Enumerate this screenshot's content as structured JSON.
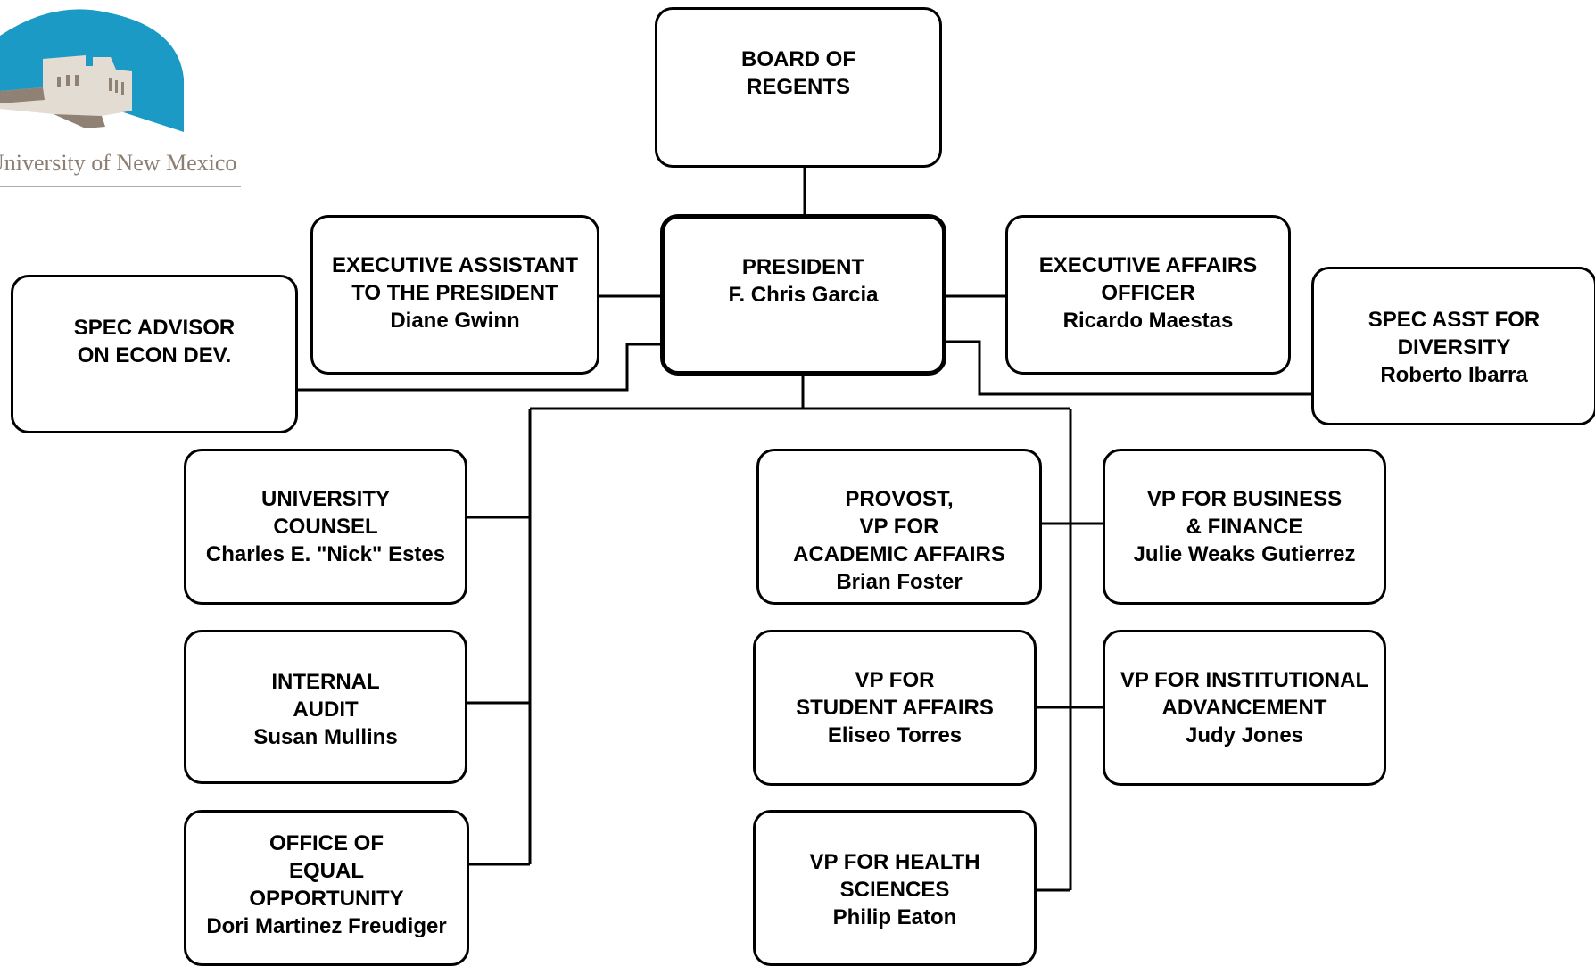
{
  "logo": {
    "text": "University of New Mexico",
    "colors": {
      "sky": "#1a9ac5",
      "building": "#e3dcd3",
      "shadow": "#8f8275"
    }
  },
  "colors": {
    "line": "#000000",
    "box_border": "#000000",
    "background": "#ffffff"
  },
  "nodes": {
    "board": {
      "lines": [
        "BOARD OF",
        "REGENTS"
      ]
    },
    "president": {
      "lines": [
        "PRESIDENT",
        "F. Chris Garcia"
      ]
    },
    "exec_assistant": {
      "lines": [
        "EXECUTIVE ASSISTANT",
        "TO THE PRESIDENT",
        "Diane Gwinn"
      ]
    },
    "exec_affairs": {
      "lines": [
        "EXECUTIVE AFFAIRS",
        "OFFICER",
        "Ricardo Maestas"
      ]
    },
    "spec_advisor": {
      "lines": [
        "SPEC ADVISOR",
        "ON ECON DEV."
      ]
    },
    "spec_asst": {
      "lines": [
        "SPEC ASST FOR",
        "DIVERSITY",
        "Roberto Ibarra"
      ]
    },
    "counsel": {
      "lines": [
        "UNIVERSITY",
        "COUNSEL",
        "Charles E. \"Nick\" Estes"
      ]
    },
    "audit": {
      "lines": [
        "INTERNAL",
        "AUDIT",
        "Susan Mullins"
      ]
    },
    "equal_opp": {
      "lines": [
        "OFFICE OF",
        "EQUAL",
        "OPPORTUNITY",
        "Dori Martinez Freudiger"
      ]
    },
    "provost": {
      "lines": [
        "PROVOST,",
        "VP FOR",
        "ACADEMIC AFFAIRS",
        "Brian Foster"
      ]
    },
    "student": {
      "lines": [
        "VP FOR",
        "STUDENT AFFAIRS",
        "Eliseo Torres"
      ]
    },
    "health": {
      "lines": [
        "VP FOR HEALTH",
        "SCIENCES",
        "Philip Eaton"
      ]
    },
    "business": {
      "lines": [
        "VP FOR BUSINESS",
        "& FINANCE",
        "Julie Weaks Gutierrez"
      ]
    },
    "advancement": {
      "lines": [
        "VP FOR INSTITUTIONAL",
        "ADVANCEMENT",
        "Judy Jones"
      ]
    }
  }
}
